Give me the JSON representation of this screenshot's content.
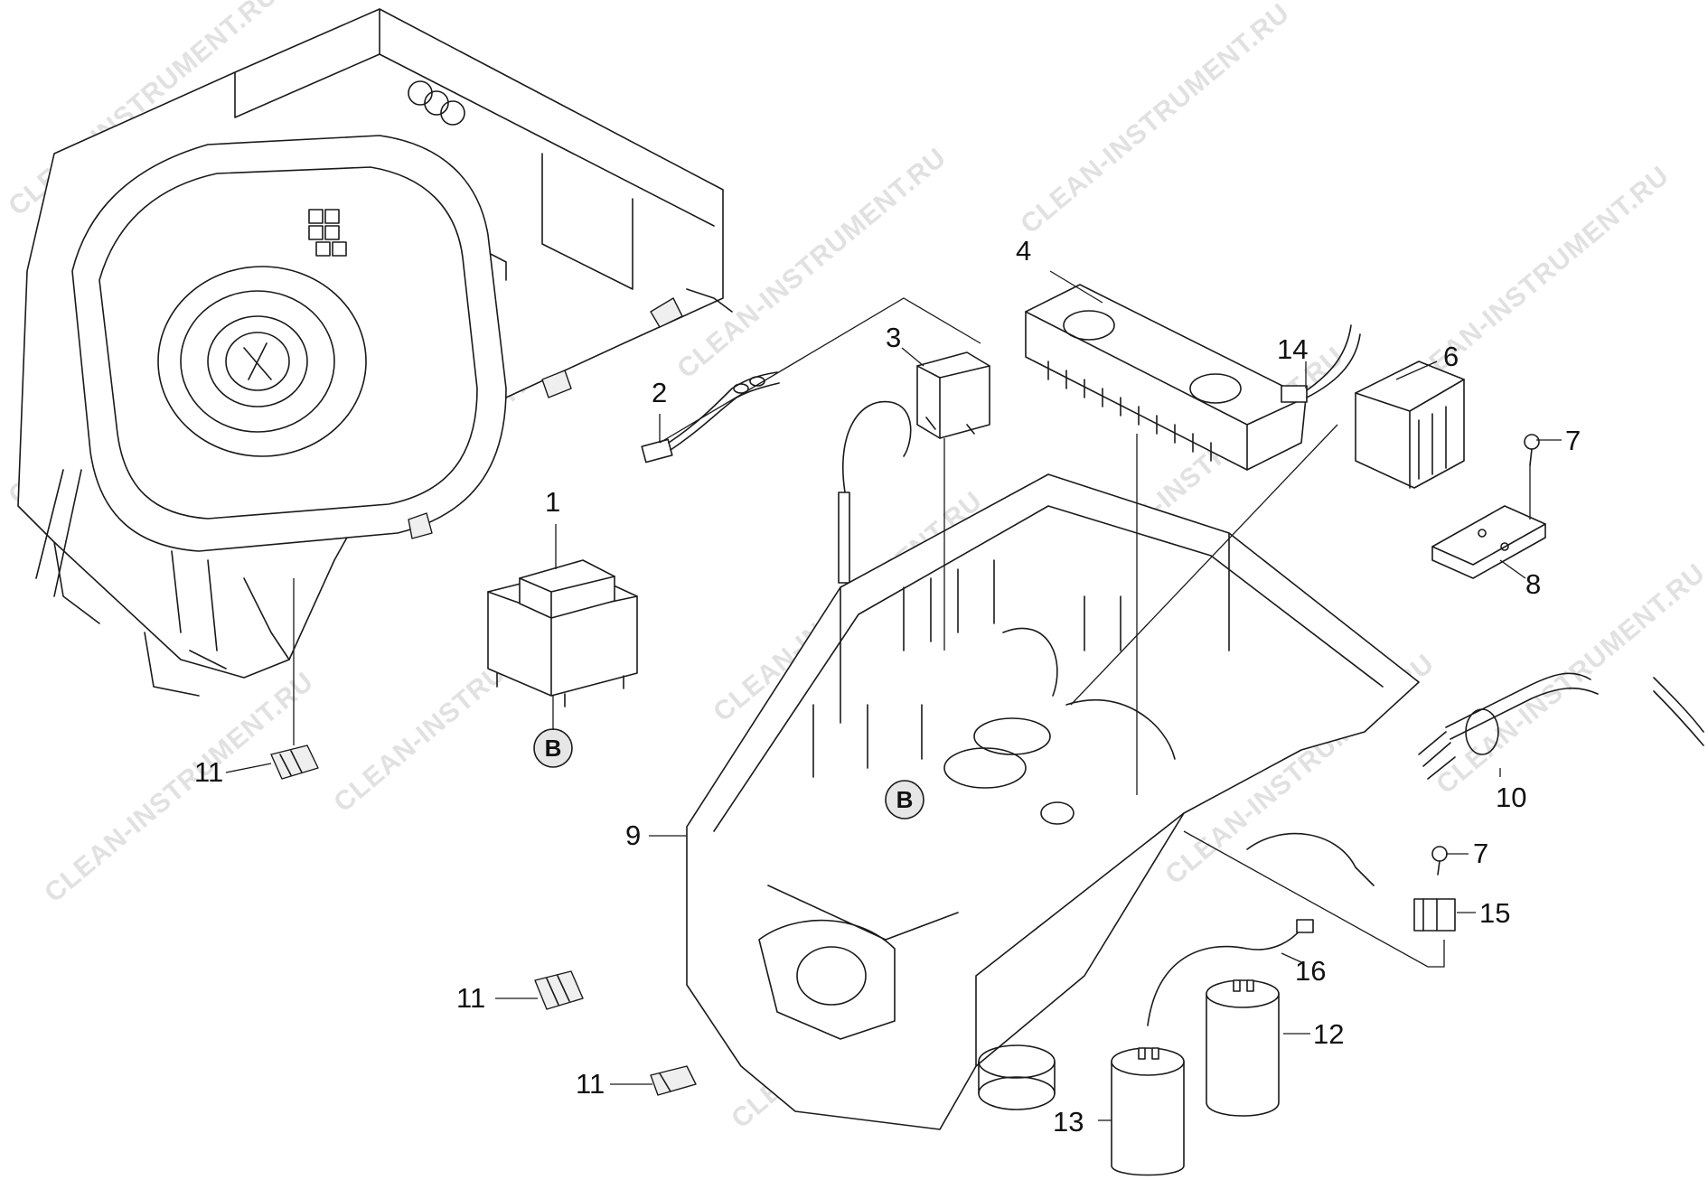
{
  "watermark": "CLEAN-INSTRUMENT.RU",
  "callouts": {
    "c1": "1",
    "c2": "2",
    "c3": "3",
    "c4": "4",
    "c6": "6",
    "c7a": "7",
    "c7b": "7",
    "c8": "8",
    "c9": "9",
    "c10": "10",
    "c11a": "11",
    "c11b": "11",
    "c11c": "11",
    "c12": "12",
    "c13": "13",
    "c14": "14",
    "c15": "15",
    "c16": "16"
  },
  "badges": {
    "b_transformer": "B",
    "b_base": "B"
  }
}
